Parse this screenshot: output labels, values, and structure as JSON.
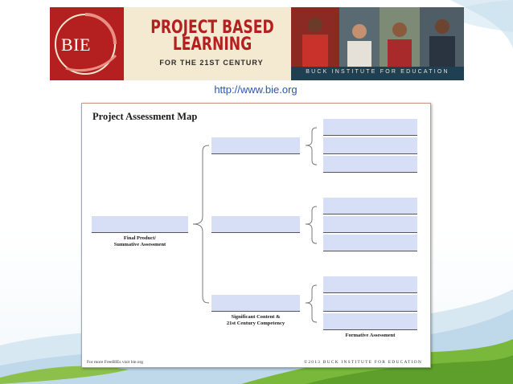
{
  "banner": {
    "seal_text": "BIE",
    "title_line1": "PROJECT BASED",
    "title_line2": "LEARNING",
    "subtitle": "FOR THE 21ST CENTURY",
    "org_name": "BUCK INSTITUTE FOR EDUCATION",
    "brand_red": "#b3201f",
    "brand_dark": "#1f3f53"
  },
  "url": "http://www.bie.org",
  "document": {
    "title": "Project Assessment Map",
    "final_product_caption": [
      "Final Product/",
      "Summative Assessment"
    ],
    "content_caption": [
      "Significant Content &",
      "21st Century Competency"
    ],
    "formative_caption": "Formative Assessment",
    "footer_left": "For more FreeBIEs visit bie.org",
    "footer_right": "©2013 BUCK INSTITUTE FOR EDUCATION",
    "field_color": "#d7dff7"
  }
}
